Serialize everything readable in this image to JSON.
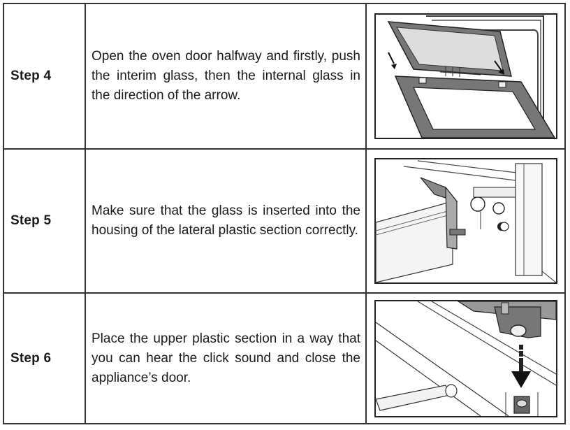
{
  "steps": [
    {
      "label": "Step 4",
      "text": "Open the oven door halfway and firstly, push the interim glass, then the internal glass in the direction of the arrow.",
      "figure_icon": "oven-door-glass-removal"
    },
    {
      "label": "Step 5",
      "text": "Make sure that the glass is inserted into the housing of the lateral plastic section correctly.",
      "figure_icon": "lateral-plastic-section-housing"
    },
    {
      "label": "Step 6",
      "text": "Place the upper plastic section in a way that you can hear the click sound and close the appliance’s door.",
      "figure_icon": "upper-plastic-section-click"
    }
  ]
}
